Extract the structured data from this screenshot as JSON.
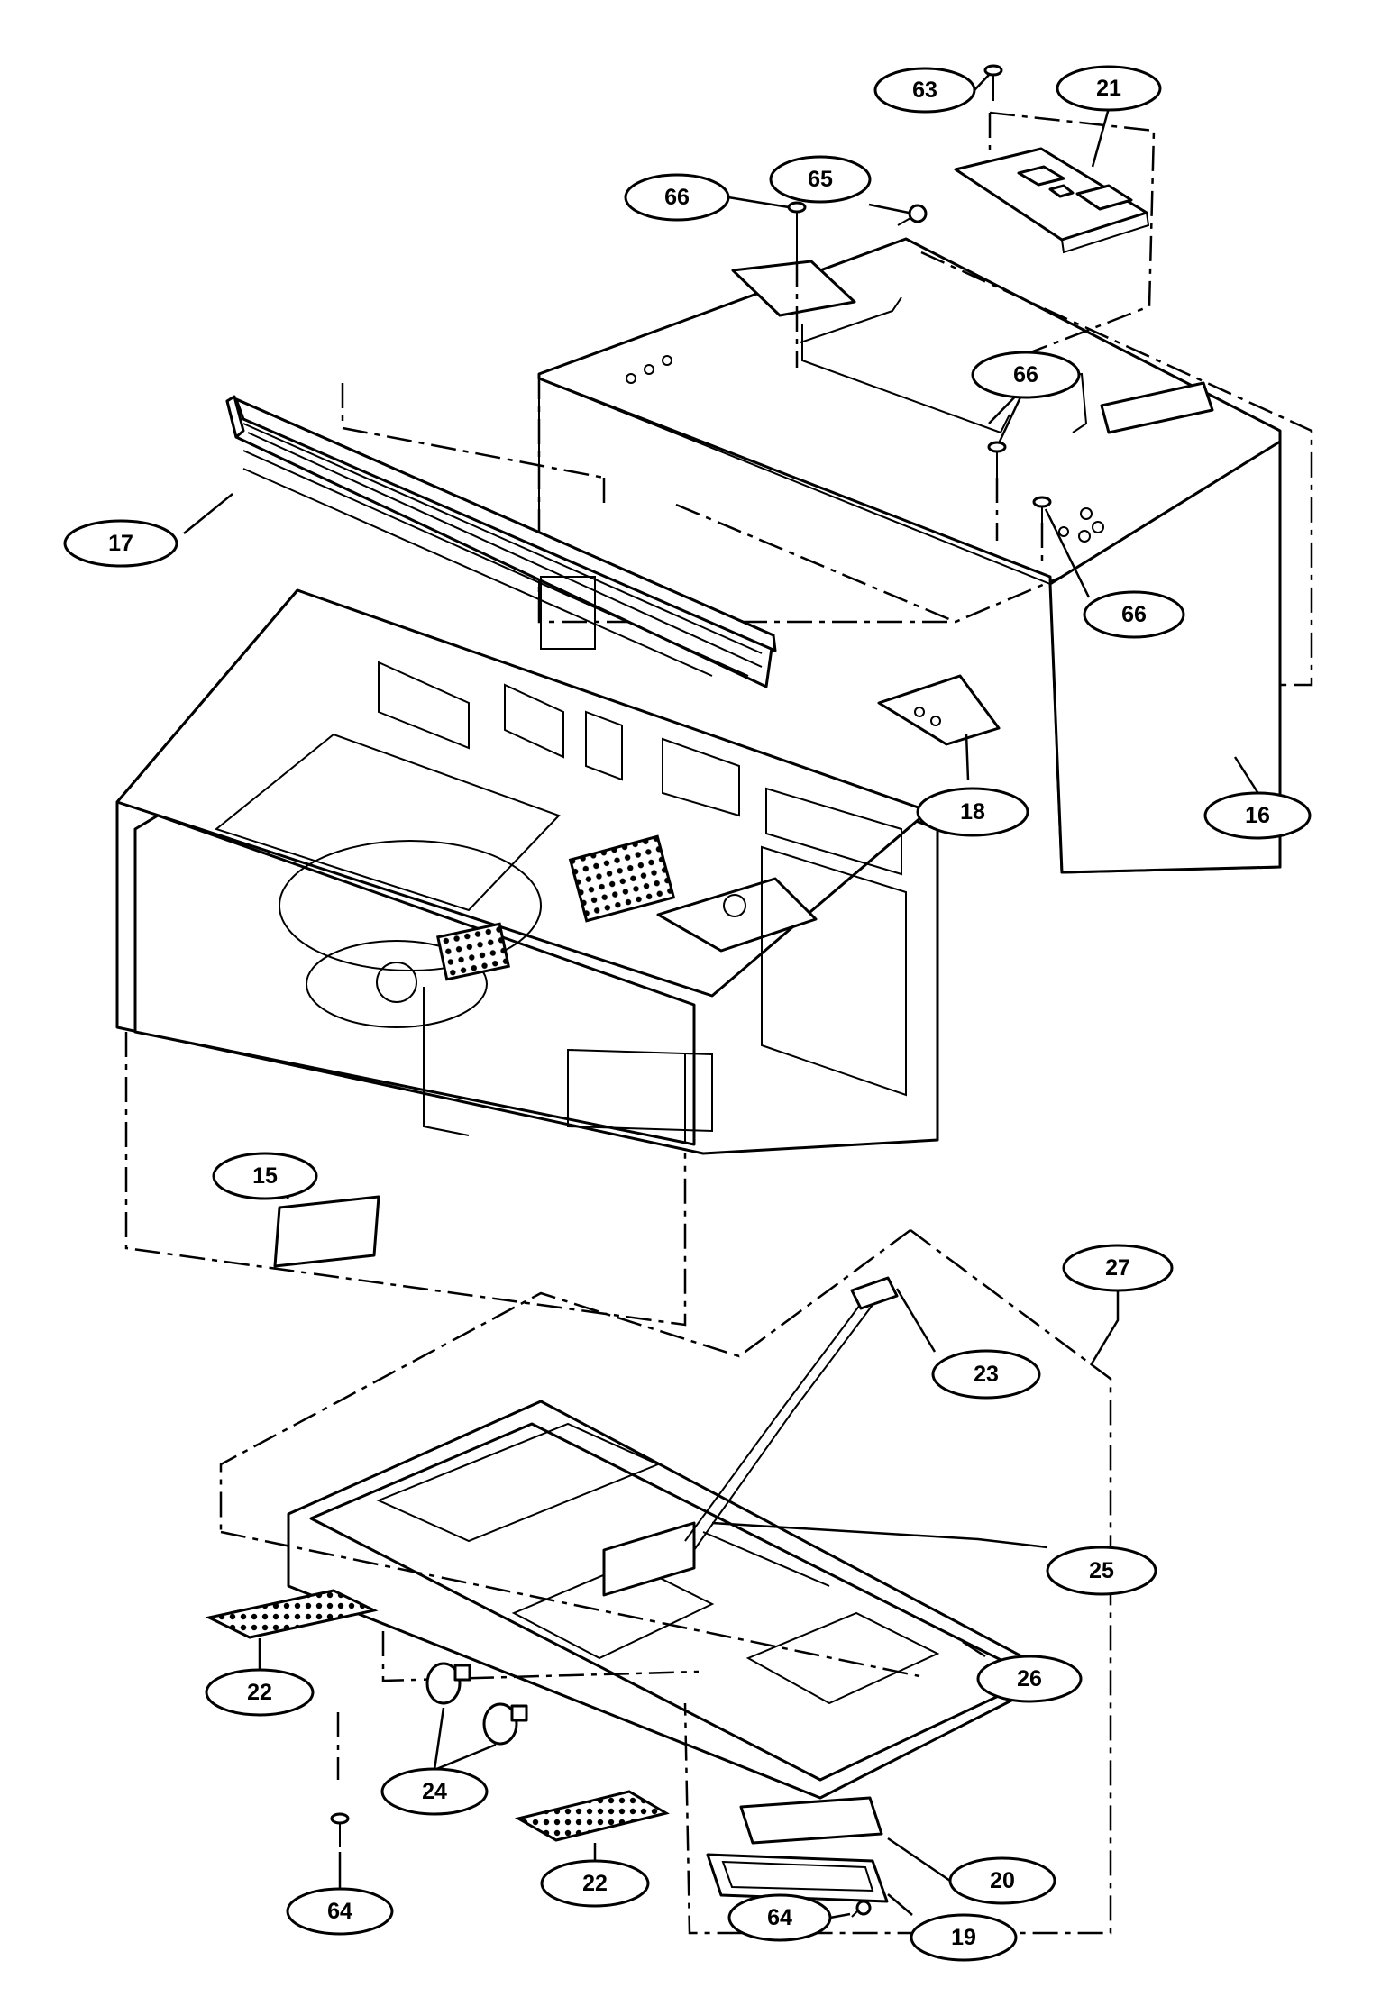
{
  "diagram": {
    "callouts": [
      {
        "id": "c63",
        "label": "63"
      },
      {
        "id": "c21",
        "label": "21"
      },
      {
        "id": "c66a",
        "label": "66"
      },
      {
        "id": "c65",
        "label": "65"
      },
      {
        "id": "c66b",
        "label": "66"
      },
      {
        "id": "c66c",
        "label": "66"
      },
      {
        "id": "c17",
        "label": "17"
      },
      {
        "id": "c18",
        "label": "18"
      },
      {
        "id": "c16",
        "label": "16"
      },
      {
        "id": "c15",
        "label": "15"
      },
      {
        "id": "c27",
        "label": "27"
      },
      {
        "id": "c23",
        "label": "23"
      },
      {
        "id": "c25",
        "label": "25"
      },
      {
        "id": "c26",
        "label": "26"
      },
      {
        "id": "c22a",
        "label": "22"
      },
      {
        "id": "c24",
        "label": "24"
      },
      {
        "id": "c64a",
        "label": "64"
      },
      {
        "id": "c22b",
        "label": "22"
      },
      {
        "id": "c20",
        "label": "20"
      },
      {
        "id": "c19",
        "label": "19"
      },
      {
        "id": "c64b",
        "label": "64"
      }
    ]
  }
}
